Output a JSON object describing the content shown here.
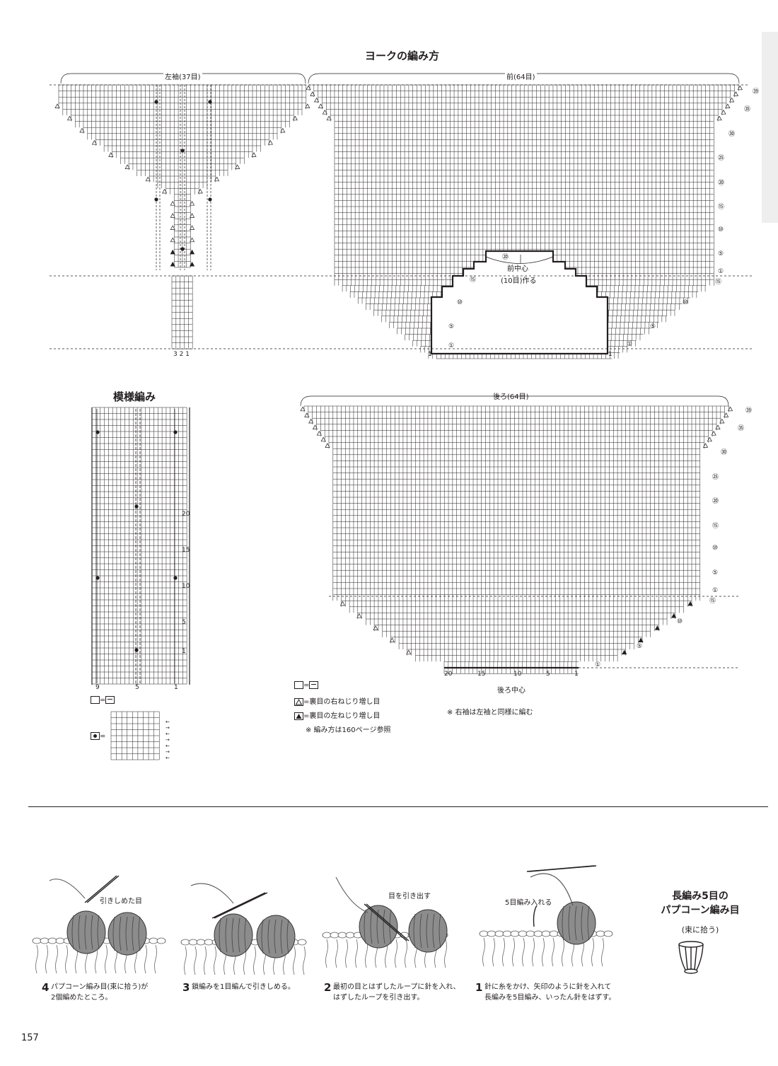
{
  "yoke": {
    "title": "ヨークの編み方",
    "left_sleeve_label": "左袖(37目)",
    "front_label": "前(64目)",
    "front_center": "前中心",
    "front_make": "(10目)作る",
    "front_center_row": "⑳",
    "left_sleeve_bottom": "3 2 1",
    "front_stitch_1": "1",
    "front_right_rows": [
      "㊴",
      "㉟",
      "㉚",
      "㉕",
      "⑳",
      "⑮",
      "⑩",
      "⑤",
      "①",
      "⑮"
    ],
    "front_left_rows": [
      "⑮",
      "⑩",
      "⑤",
      "①"
    ],
    "front_right_lower_rows": [
      "⑩",
      "⑤",
      "①"
    ]
  },
  "pattern": {
    "title": "模様編み",
    "row_numbers": [
      "20",
      "15",
      "10",
      "5",
      "1"
    ],
    "bottom_numbers": [
      "9",
      "5",
      "1"
    ],
    "eq_symbol": "="
  },
  "back": {
    "label": "後ろ(64目)",
    "right_rows": [
      "㊴",
      "㉟",
      "㉚",
      "㉕",
      "⑳",
      "⑮",
      "⑩",
      "⑤",
      "①",
      "⑮"
    ],
    "lower_rows": [
      "⑩",
      "⑤",
      "①"
    ],
    "bottom_numbers": [
      "20",
      "15",
      "10",
      "5",
      "1"
    ],
    "center_label": "後ろ中心",
    "note": "※ 右袖は左袖と同様に編む"
  },
  "legend": {
    "purl": "=",
    "right_inc": "=裏目の右ねじり増し目",
    "left_inc": "=裏目の左ねじり増し目",
    "ref": "※ 編み方は160ページ参照"
  },
  "popcorn": {
    "title_line1": "長編み5目の",
    "title_line2": "パプコーン編み目",
    "subtitle": "(束に拾う)",
    "steps": [
      {
        "num": "4",
        "line1": "パプコーン編み目(束に拾う)が",
        "line2": "2個編めたところ。",
        "callout": "引きしめた目"
      },
      {
        "num": "3",
        "line1": "鎖編みを1目編んで引きしめる。",
        "line2": "",
        "callout": ""
      },
      {
        "num": "2",
        "line1": "最初の目とはずしたループに針を入れ、",
        "line2": "はずしたループを引き出す。",
        "callout": "目を引き出す"
      },
      {
        "num": "1",
        "line1": "針に糸をかけ、矢印のように針を入れて",
        "line2": "長編みを5目編み、いったん針をはずす。",
        "callout": "5目編み入れる"
      }
    ]
  },
  "page_number": "157",
  "colors": {
    "ink": "#231f20",
    "yarn": "#8c8c8c"
  }
}
